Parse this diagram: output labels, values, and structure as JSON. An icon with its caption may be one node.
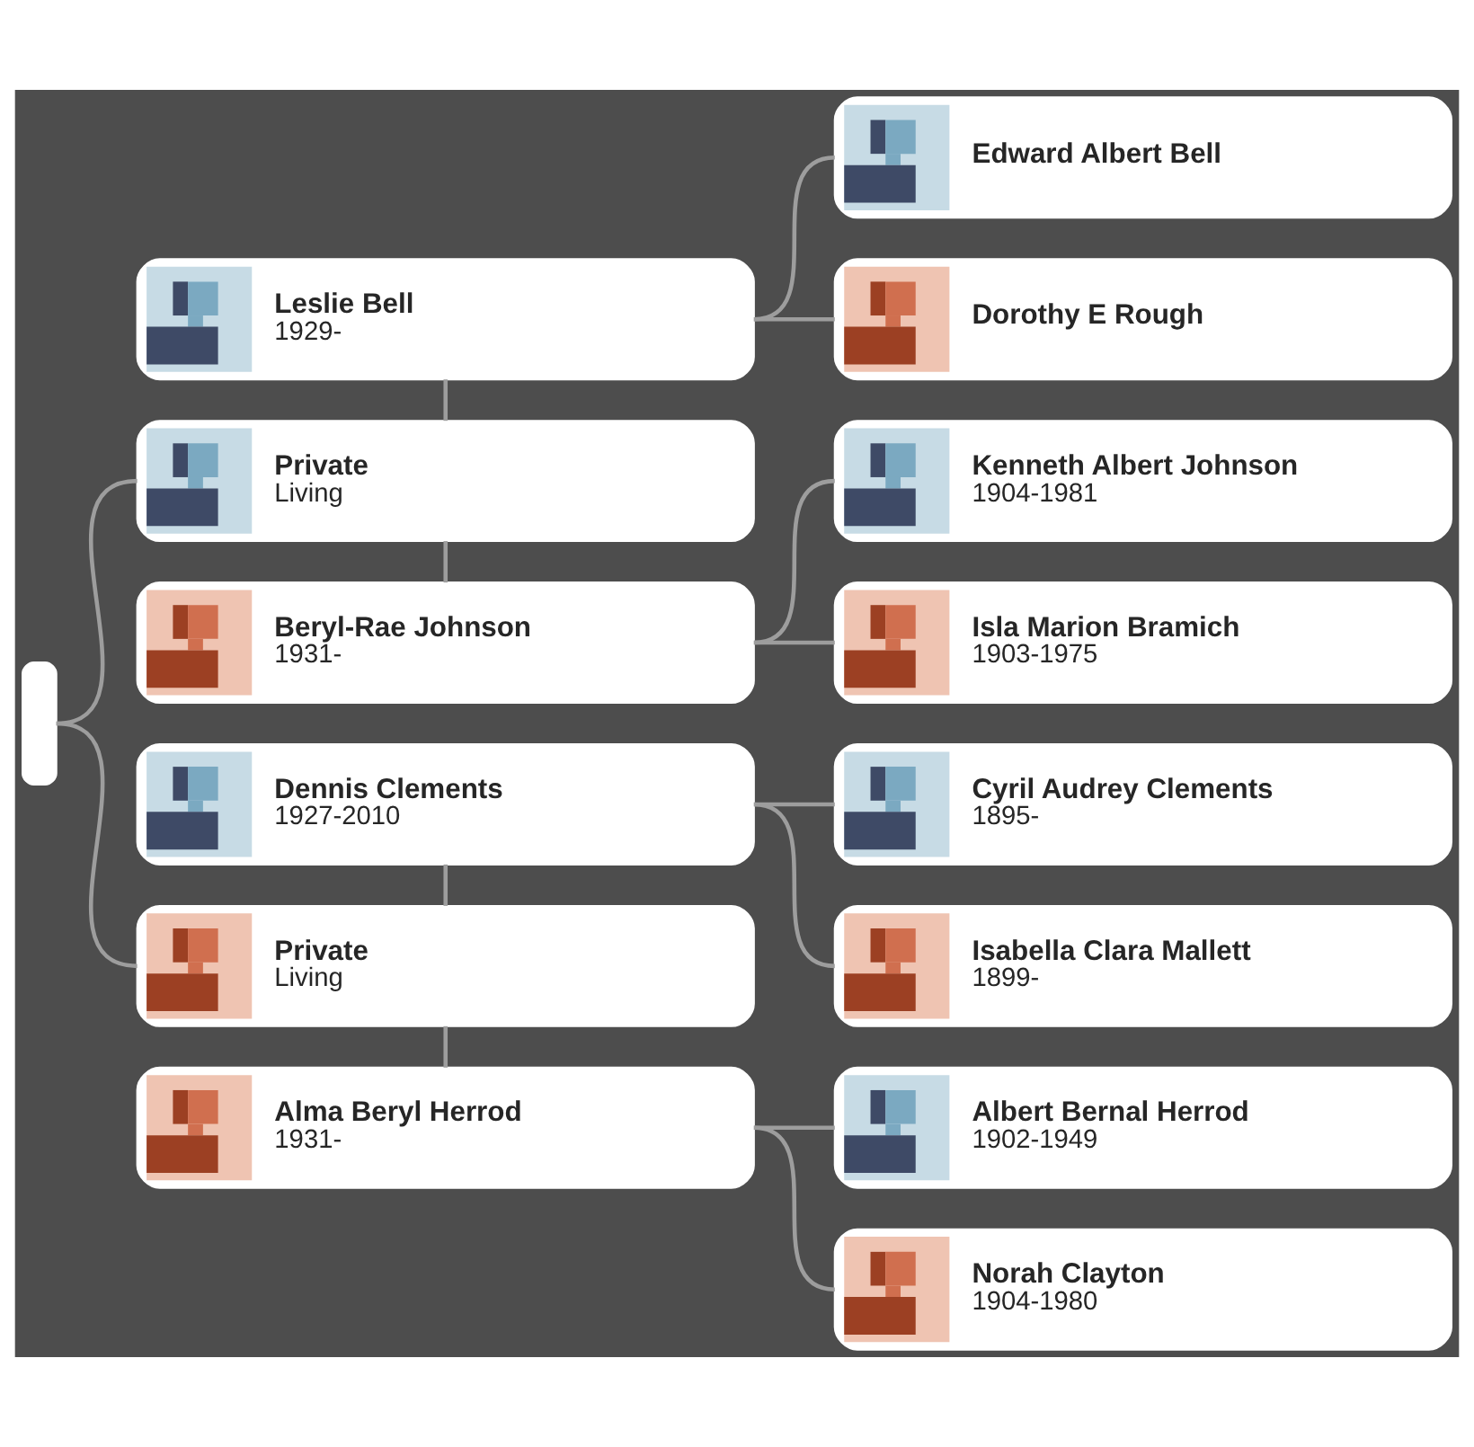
{
  "diagram": {
    "nodes": [
      {
        "text": [],
        "shape": "box"
      },
      {
        "text": [
          "Leslie Bell",
          "1929-"
        ]
      },
      {
        "text": [
          "Edward Albert Bell"
        ]
      },
      {
        "text": [
          "Dorothy E Rough"
        ]
      },
      {
        "text": [
          "Private",
          "Living"
        ]
      },
      {
        "text": [
          "Beryl-Rae Johnson",
          "1931-"
        ]
      },
      {
        "text": [
          "Kenneth Albert Johnson",
          "1904-1981"
        ]
      },
      {
        "text": [
          "Isla Marion Bramich",
          "1903-1975"
        ]
      },
      {
        "text": [
          "Dennis Clements",
          "1927-2010"
        ]
      },
      {
        "text": [
          "Cyril Audrey Clements",
          "1895-"
        ]
      },
      {
        "text": [
          "Isabella Clara Mallett",
          "1899-"
        ]
      },
      {
        "text": [
          "Private",
          "Living"
        ]
      },
      {
        "text": [
          "Alma Beryl Herrod",
          "1931-"
        ]
      },
      {
        "text": [
          "Albert Bernal Herrod",
          "1902-1949"
        ]
      },
      {
        "text": [
          "Norah Clayton",
          "1904-1980"
        ]
      }
    ],
    "edges": [
      {
        "from": 0,
        "to": 4,
        "arrow": "none"
      },
      {
        "from": 0,
        "to": 11,
        "arrow": "none"
      },
      {
        "from": 1,
        "to": 4,
        "arrow": "none"
      },
      {
        "from": 4,
        "to": 5,
        "arrow": "none"
      },
      {
        "from": 1,
        "to": 2,
        "arrow": "none"
      },
      {
        "from": 1,
        "to": 3,
        "arrow": "none"
      },
      {
        "from": 5,
        "to": 6,
        "arrow": "none"
      },
      {
        "from": 5,
        "to": 7,
        "arrow": "none"
      },
      {
        "from": 8,
        "to": 11,
        "arrow": "none"
      },
      {
        "from": 11,
        "to": 12,
        "arrow": "none"
      },
      {
        "from": 8,
        "to": 9,
        "arrow": "none"
      },
      {
        "from": 8,
        "to": 10,
        "arrow": "none"
      },
      {
        "from": 12,
        "to": 13,
        "arrow": "none"
      },
      {
        "from": 12,
        "to": 14,
        "arrow": "none"
      }
    ]
  }
}
